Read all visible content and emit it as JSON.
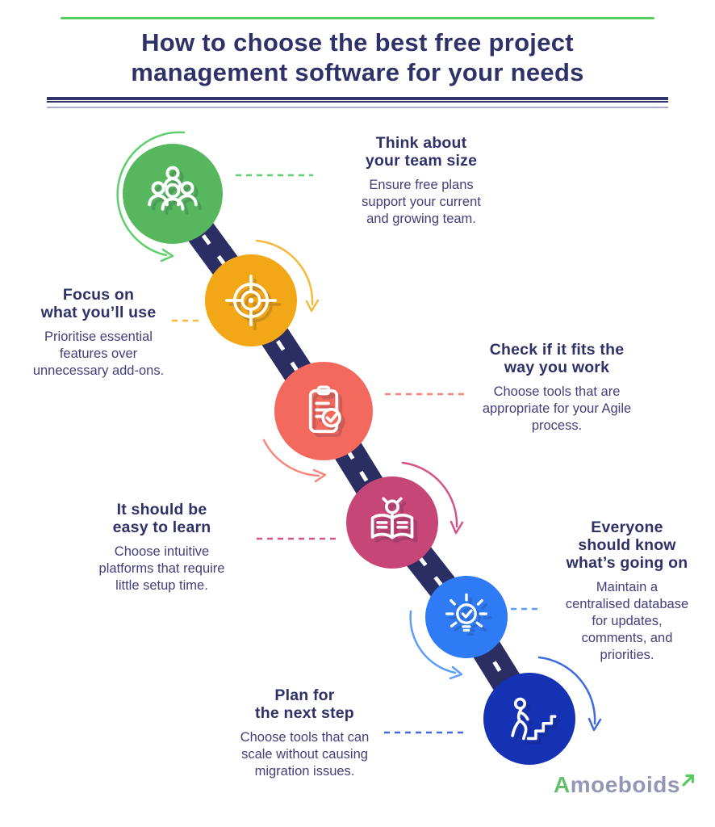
{
  "header": {
    "top_line_color": "#54cd5c",
    "title": "How to choose the best free project\nmanagement software for your needs",
    "title_color": "#2f3268",
    "separator": {
      "navy": "#31356b",
      "light": "#a9abce"
    }
  },
  "road_color": "#2b2e63",
  "text_colors": {
    "heading": "#2f3268",
    "body": "#413f7c"
  },
  "steps": [
    {
      "title": "Think about\nyour team size",
      "body": "Ensure free plans\nsupport your current\nand growing team.",
      "icon": "team-icon",
      "circle_color": "#57b75f",
      "accent_color": "#5ecf6d"
    },
    {
      "title": "Focus on\nwhat you’ll use",
      "body": "Prioritise essential\nfeatures over\nunnecessary add-ons.",
      "icon": "target-icon",
      "circle_color": "#f2a816",
      "accent_color": "#f7b93d"
    },
    {
      "title": "Check if it fits the\nway you work",
      "body": "Choose tools that are\nappropriate for your Agile\nprocess.",
      "icon": "clipboard-check-icon",
      "circle_color": "#f4695d",
      "accent_color": "#f6867b"
    },
    {
      "title": "It should be\neasy to learn",
      "body": "Choose intuitive\nplatforms that require\nlittle setup time.",
      "icon": "book-idea-icon",
      "circle_color": "#c64678",
      "accent_color": "#d4548a"
    },
    {
      "title": "Everyone\nshould know\nwhat’s going on",
      "body": "Maintain a\ncentralised database\nfor updates,\ncomments, and\npriorities.",
      "icon": "lightbulb-check-icon",
      "circle_color": "#2e7bf5",
      "accent_color": "#5b9df8"
    },
    {
      "title": "Plan for\nthe next step",
      "body": "Choose tools that can\nscale without causing\nmigration issues.",
      "icon": "stairs-climb-icon",
      "circle_color": "#1531b4",
      "accent_color": "#3f6ae0"
    }
  ],
  "logo": {
    "first": "A",
    "rest": "moeboids",
    "first_color": "#68bd6c",
    "rest_color": "#9496b5",
    "arrow_color": "#55ca5f"
  }
}
